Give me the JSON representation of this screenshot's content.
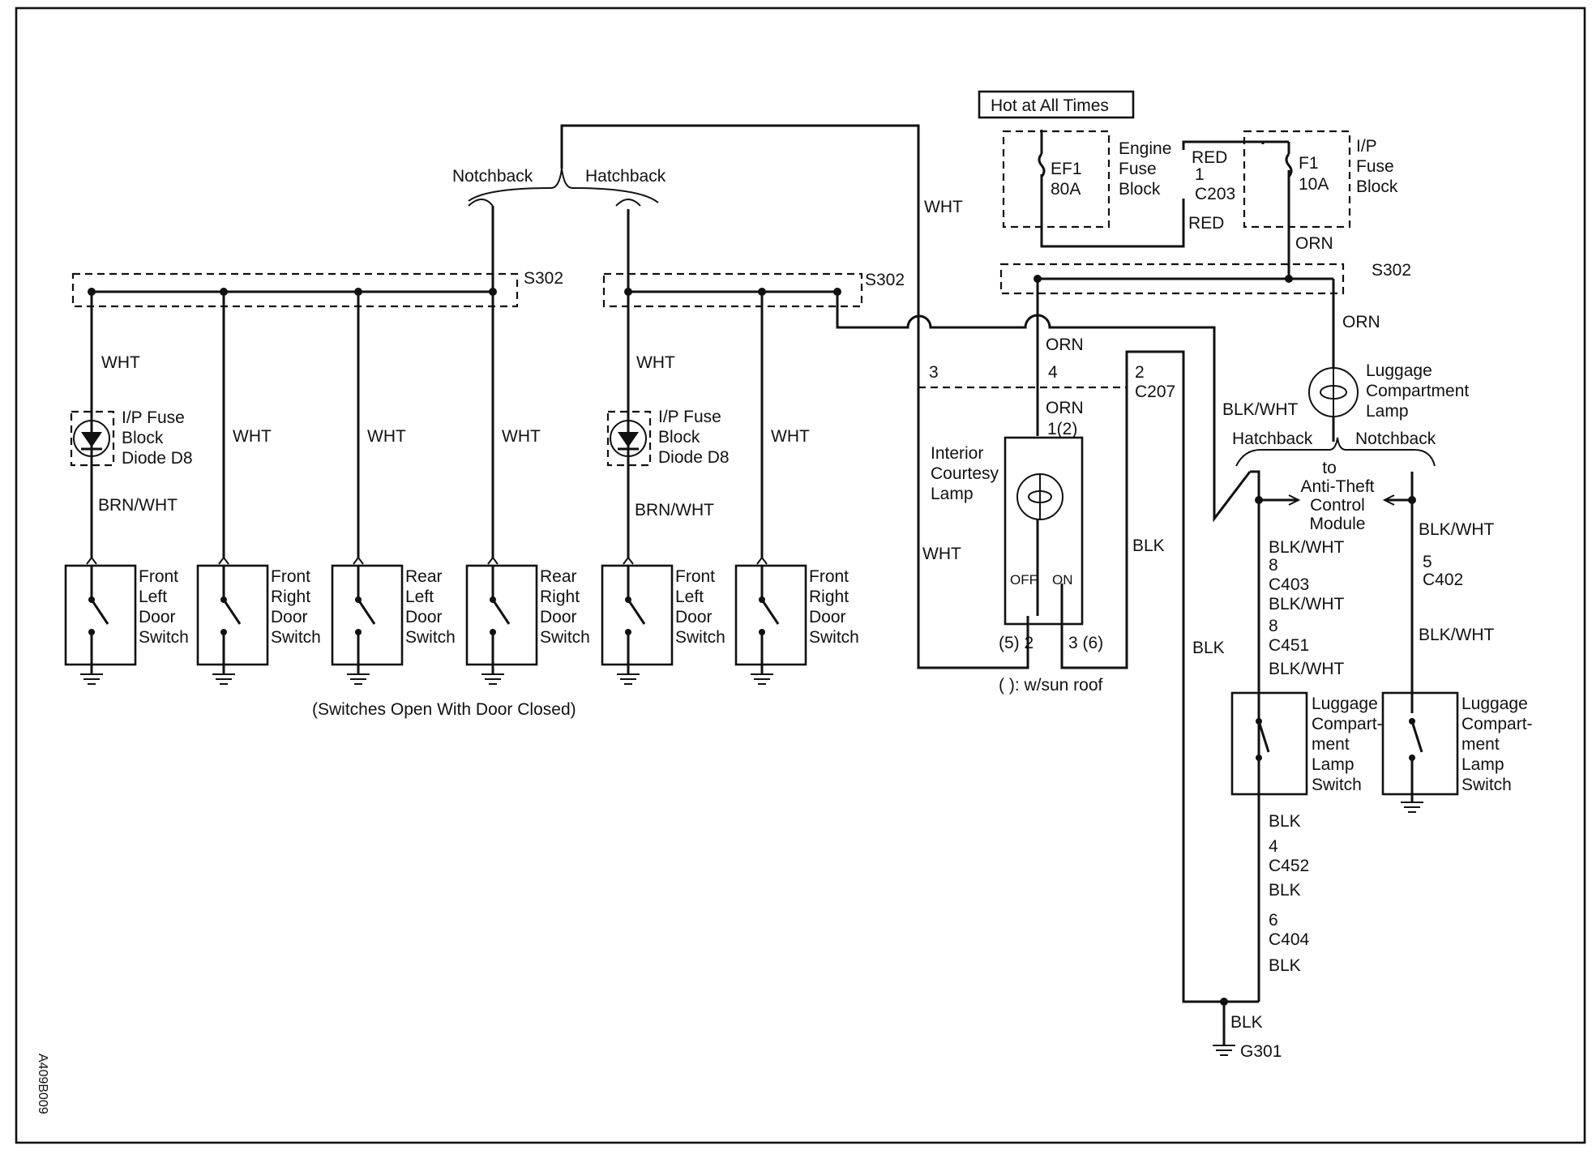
{
  "colors": {
    "ink": "#111111",
    "paper": "#ffffff"
  },
  "header": {
    "hot_label": "Hot at All Times"
  },
  "variants": {
    "notchback": "Notchback",
    "hatchback": "Hatchback"
  },
  "splice": "S302",
  "wire_colors": {
    "wht": "WHT",
    "brn_wht": "BRN/WHT",
    "orn": "ORN",
    "red": "RED",
    "blk": "BLK",
    "blk_wht": "BLK/WHT"
  },
  "fuses": {
    "engine_block": [
      "Engine",
      "Fuse",
      "Block"
    ],
    "engine_fuse": [
      "EF1",
      "80A"
    ],
    "ip_block": [
      "I/P",
      "Fuse",
      "Block"
    ],
    "ip_fuse": [
      "F1",
      "10A"
    ]
  },
  "connectors": {
    "c203": "C203",
    "c207": "C207",
    "c403": "C403",
    "c451": "C451",
    "c452": "C452",
    "c404": "C404",
    "c402": "C402"
  },
  "pins": {
    "c203_pin": "1",
    "c207_pin3": "3",
    "c207_pin4": "4",
    "c207_pin2": "2",
    "lamp_pin_top": "1(2)",
    "lamp_pin_left": "(5) 2",
    "lamp_pin_right": "3 (6)",
    "c403_pin": "8",
    "c451_pin": "8",
    "c452_pin": "4",
    "c404_pin": "6",
    "c402_pin": "5"
  },
  "diode": [
    "I/P Fuse",
    "Block",
    "Diode D8"
  ],
  "door_switches": [
    [
      "Front",
      "Left",
      "Door",
      "Switch"
    ],
    [
      "Front",
      "Right",
      "Door",
      "Switch"
    ],
    [
      "Rear",
      "Left",
      "Door",
      "Switch"
    ],
    [
      "Rear",
      "Right",
      "Door",
      "Switch"
    ],
    [
      "Front",
      "Left",
      "Door",
      "Switch"
    ],
    [
      "Front",
      "Right",
      "Door",
      "Switch"
    ]
  ],
  "switch_note": "(Switches Open With Door Closed)",
  "courtesy_lamp": [
    "Interior",
    "Courtesy",
    "Lamp"
  ],
  "lamp_switch": {
    "off": "OFF",
    "on": "ON"
  },
  "sunroof_note": "(  ): w/sun roof",
  "luggage_lamp": [
    "Luggage",
    "Compartment",
    "Lamp"
  ],
  "anti_theft": [
    "to",
    "Anti-Theft",
    "Control",
    "Module"
  ],
  "luggage_switch": [
    "Luggage",
    "Compart-",
    "ment",
    "Lamp",
    "Switch"
  ],
  "ground": "G301",
  "figure_code": "A409B009"
}
